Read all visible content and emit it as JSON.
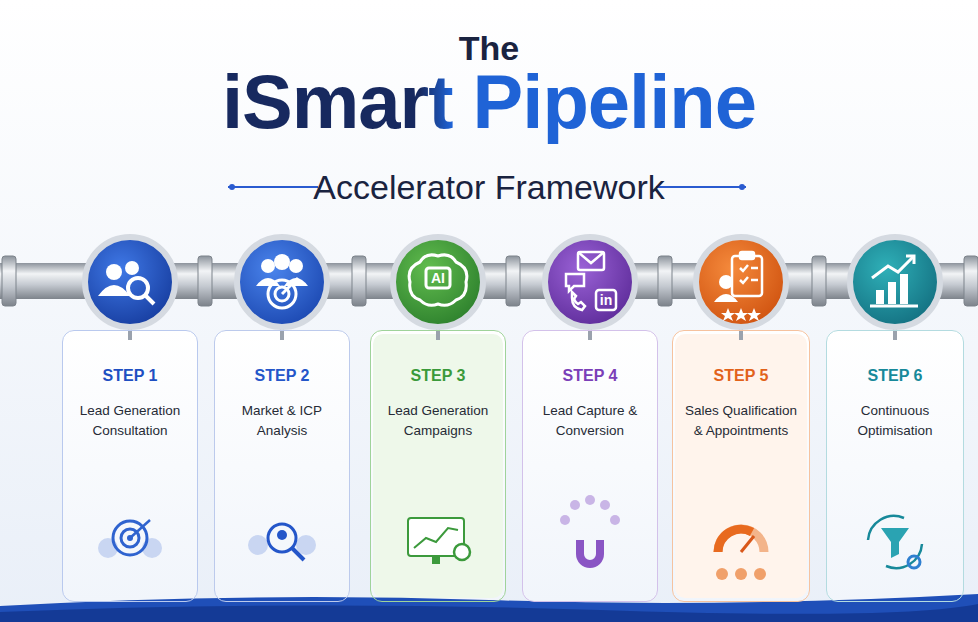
{
  "diagram": {
    "title": "iSmart Pipeline",
    "nodes": [
      {
        "text": [
          "STEP 1",
          "Lead Generation Consultation"
        ]
      },
      {
        "text": [
          "STEP 2",
          "Market & ICP Analysis"
        ]
      },
      {
        "text": [
          "STEP 3",
          "Lead Generation Campaigns"
        ]
      },
      {
        "text": [
          "STEP 4",
          "Lead Capture & Conversion"
        ]
      },
      {
        "text": [
          "STEP 5",
          "Sales Qualification & Appointments"
        ]
      },
      {
        "text": [
          "STEP 6",
          "Continuous Optimisation"
        ]
      }
    ],
    "labels": [
      "The",
      "Accelerator Framework",
      "AI",
      "in"
    ]
  }
}
